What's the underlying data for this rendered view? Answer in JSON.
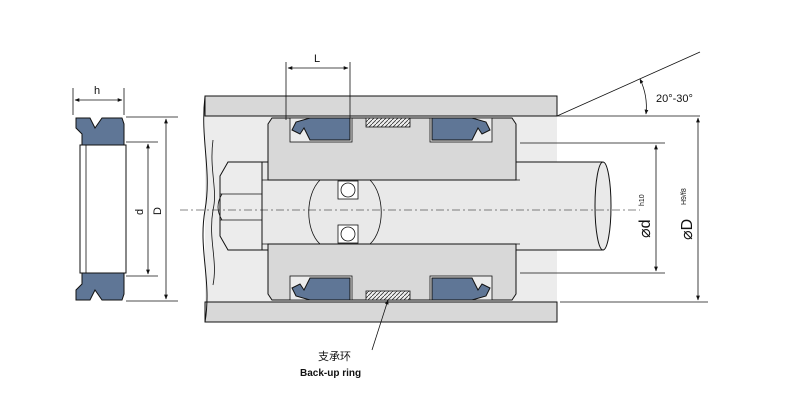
{
  "labels": {
    "h": "h",
    "L": "L",
    "d_left": "d",
    "D_left": "D",
    "angle": "20°-30°",
    "phi_d": "⌀d",
    "phi_d_tol": "h10",
    "phi_D": "⌀D",
    "phi_D_tol": "H9/f8",
    "backup_cn": "支承环",
    "backup_en": "Back-up ring"
  },
  "colors": {
    "seal": "#5f7696",
    "body": "#d8d8d8",
    "bore": "#ececec",
    "line": "#111111"
  }
}
